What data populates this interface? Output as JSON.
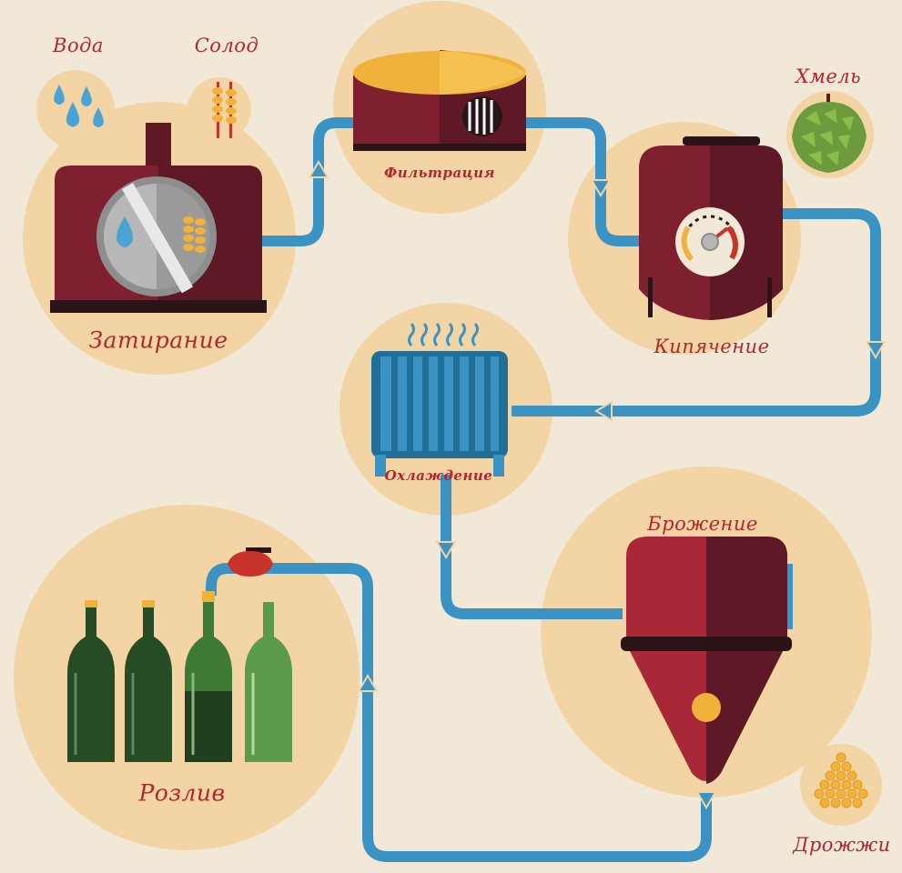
{
  "ingredients": {
    "water": "Вода",
    "malt": "Солод",
    "hops": "Хмель",
    "yeast": "Дрожжи"
  },
  "stages": {
    "mashing": "Затирание",
    "filtration": "Фильтрация",
    "boiling": "Кипячение",
    "cooling": "Охлаждение",
    "fermentation": "Брожение",
    "bottling": "Розлив"
  },
  "colors": {
    "background": "#f1e8d8",
    "circle": "#f3d4a4",
    "pipe": "#3a93c2",
    "wine": "#7e2030",
    "dark_wine": "#5e1826",
    "label": "#b3262d",
    "bottle_green": "#2f5a2c",
    "beer_foam": "#f0b23a"
  },
  "icons": [
    "water-drops-icon",
    "wheat-icon",
    "hop-cone-icon",
    "yeast-pile-icon",
    "tap-valve-icon"
  ]
}
